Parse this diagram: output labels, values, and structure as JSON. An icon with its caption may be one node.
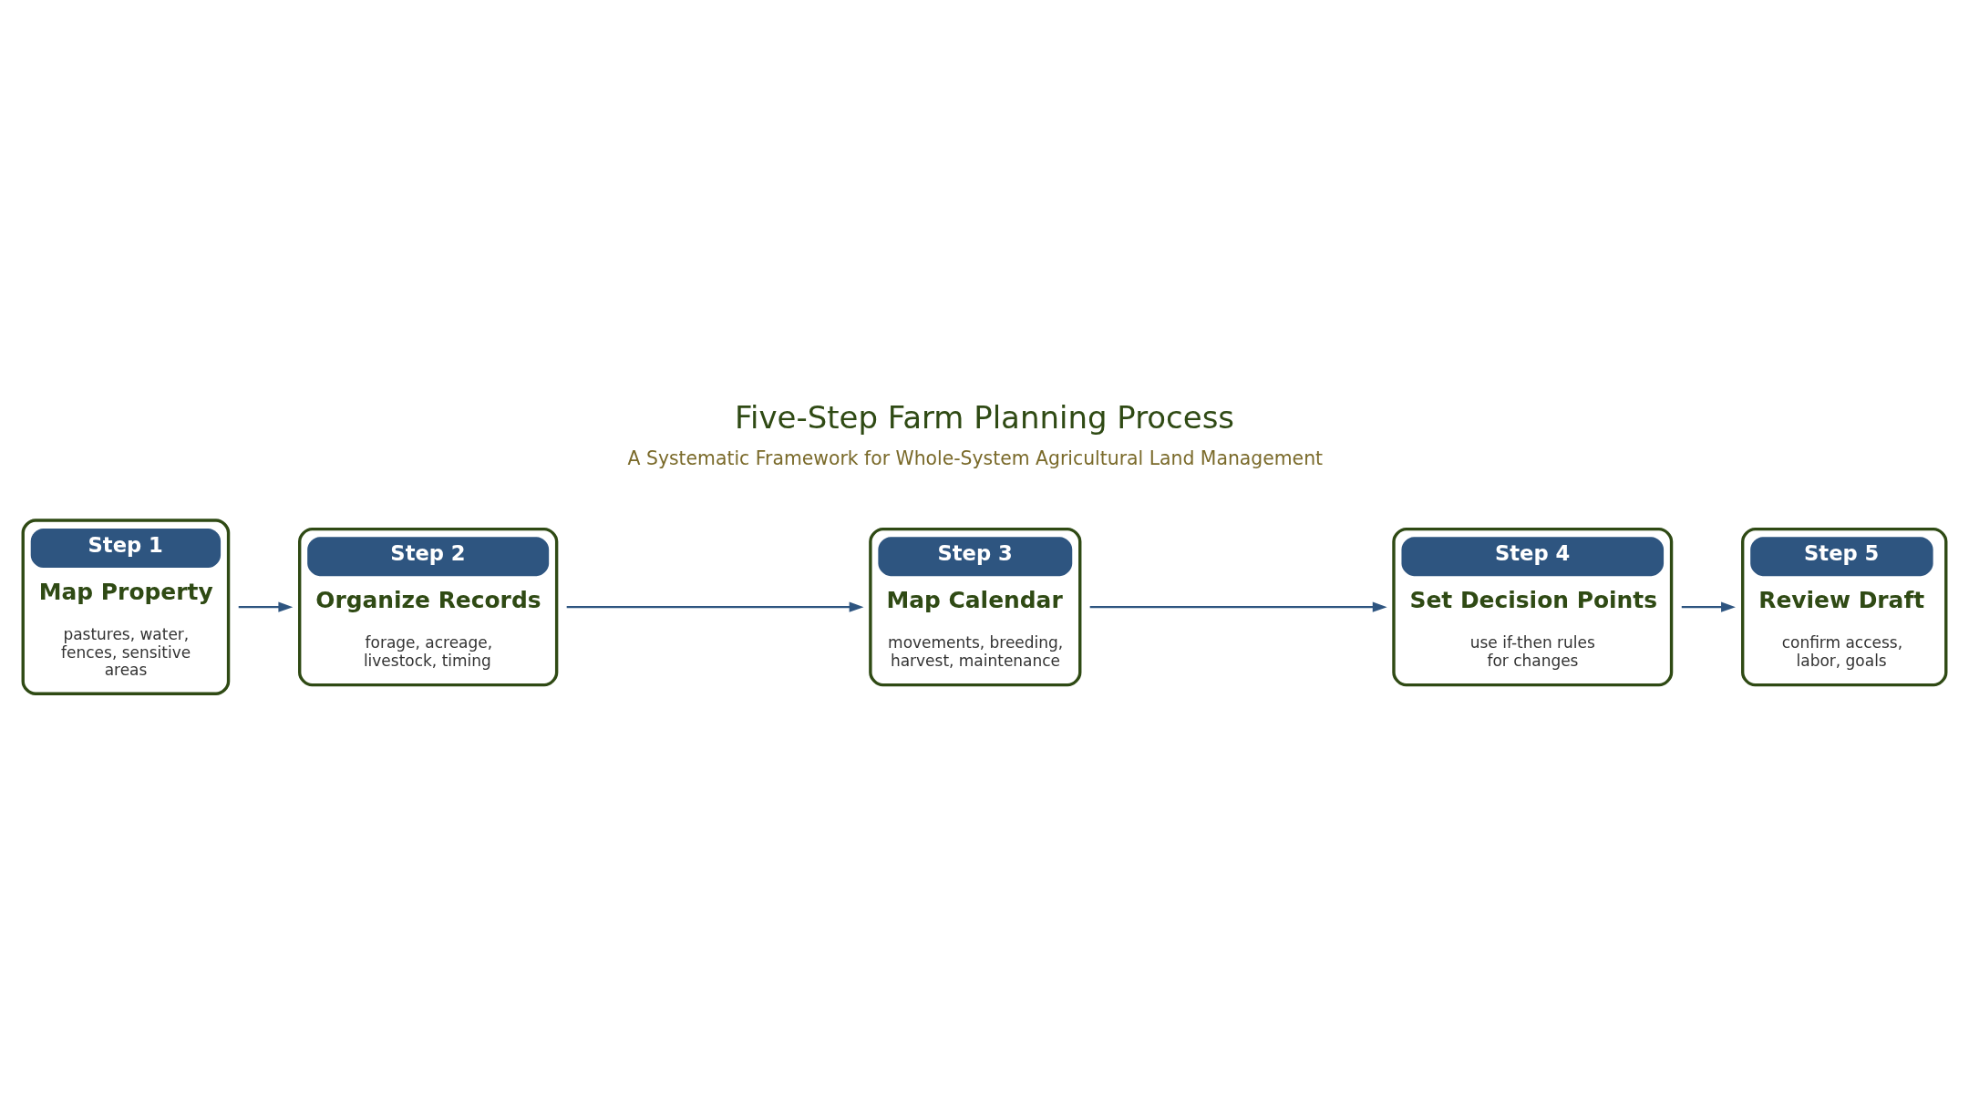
{
  "diagram": {
    "title": "Five-Step Farm Planning Process",
    "nodes": [
      {
        "text": [
          "Step 1",
          "Map Property",
          "pastures, water, fences, sensitive areas"
        ]
      },
      {
        "text": [
          "Step 2",
          "Organize Records",
          "forage, acreage, livestock, timing"
        ]
      },
      {
        "text": [
          "Step 3",
          "Map Calendar",
          "movements, breeding, harvest, maintenance"
        ]
      },
      {
        "text": [
          "Step 4",
          "Set Decision Points",
          "use if-then rules for changes"
        ]
      },
      {
        "text": [
          "Step 5",
          "Review Draft",
          "confirm access, labor, goals"
        ]
      }
    ],
    "edges": [
      {
        "from": 0,
        "to": 1,
        "arrow": "to"
      },
      {
        "from": 1,
        "to": 2,
        "arrow": "to"
      },
      {
        "from": 2,
        "to": 3,
        "arrow": "to"
      },
      {
        "from": 3,
        "to": 4,
        "arrow": "to"
      }
    ],
    "labels": [
      "A Systematic Framework for Whole-System Agricultural Land Management"
    ]
  }
}
